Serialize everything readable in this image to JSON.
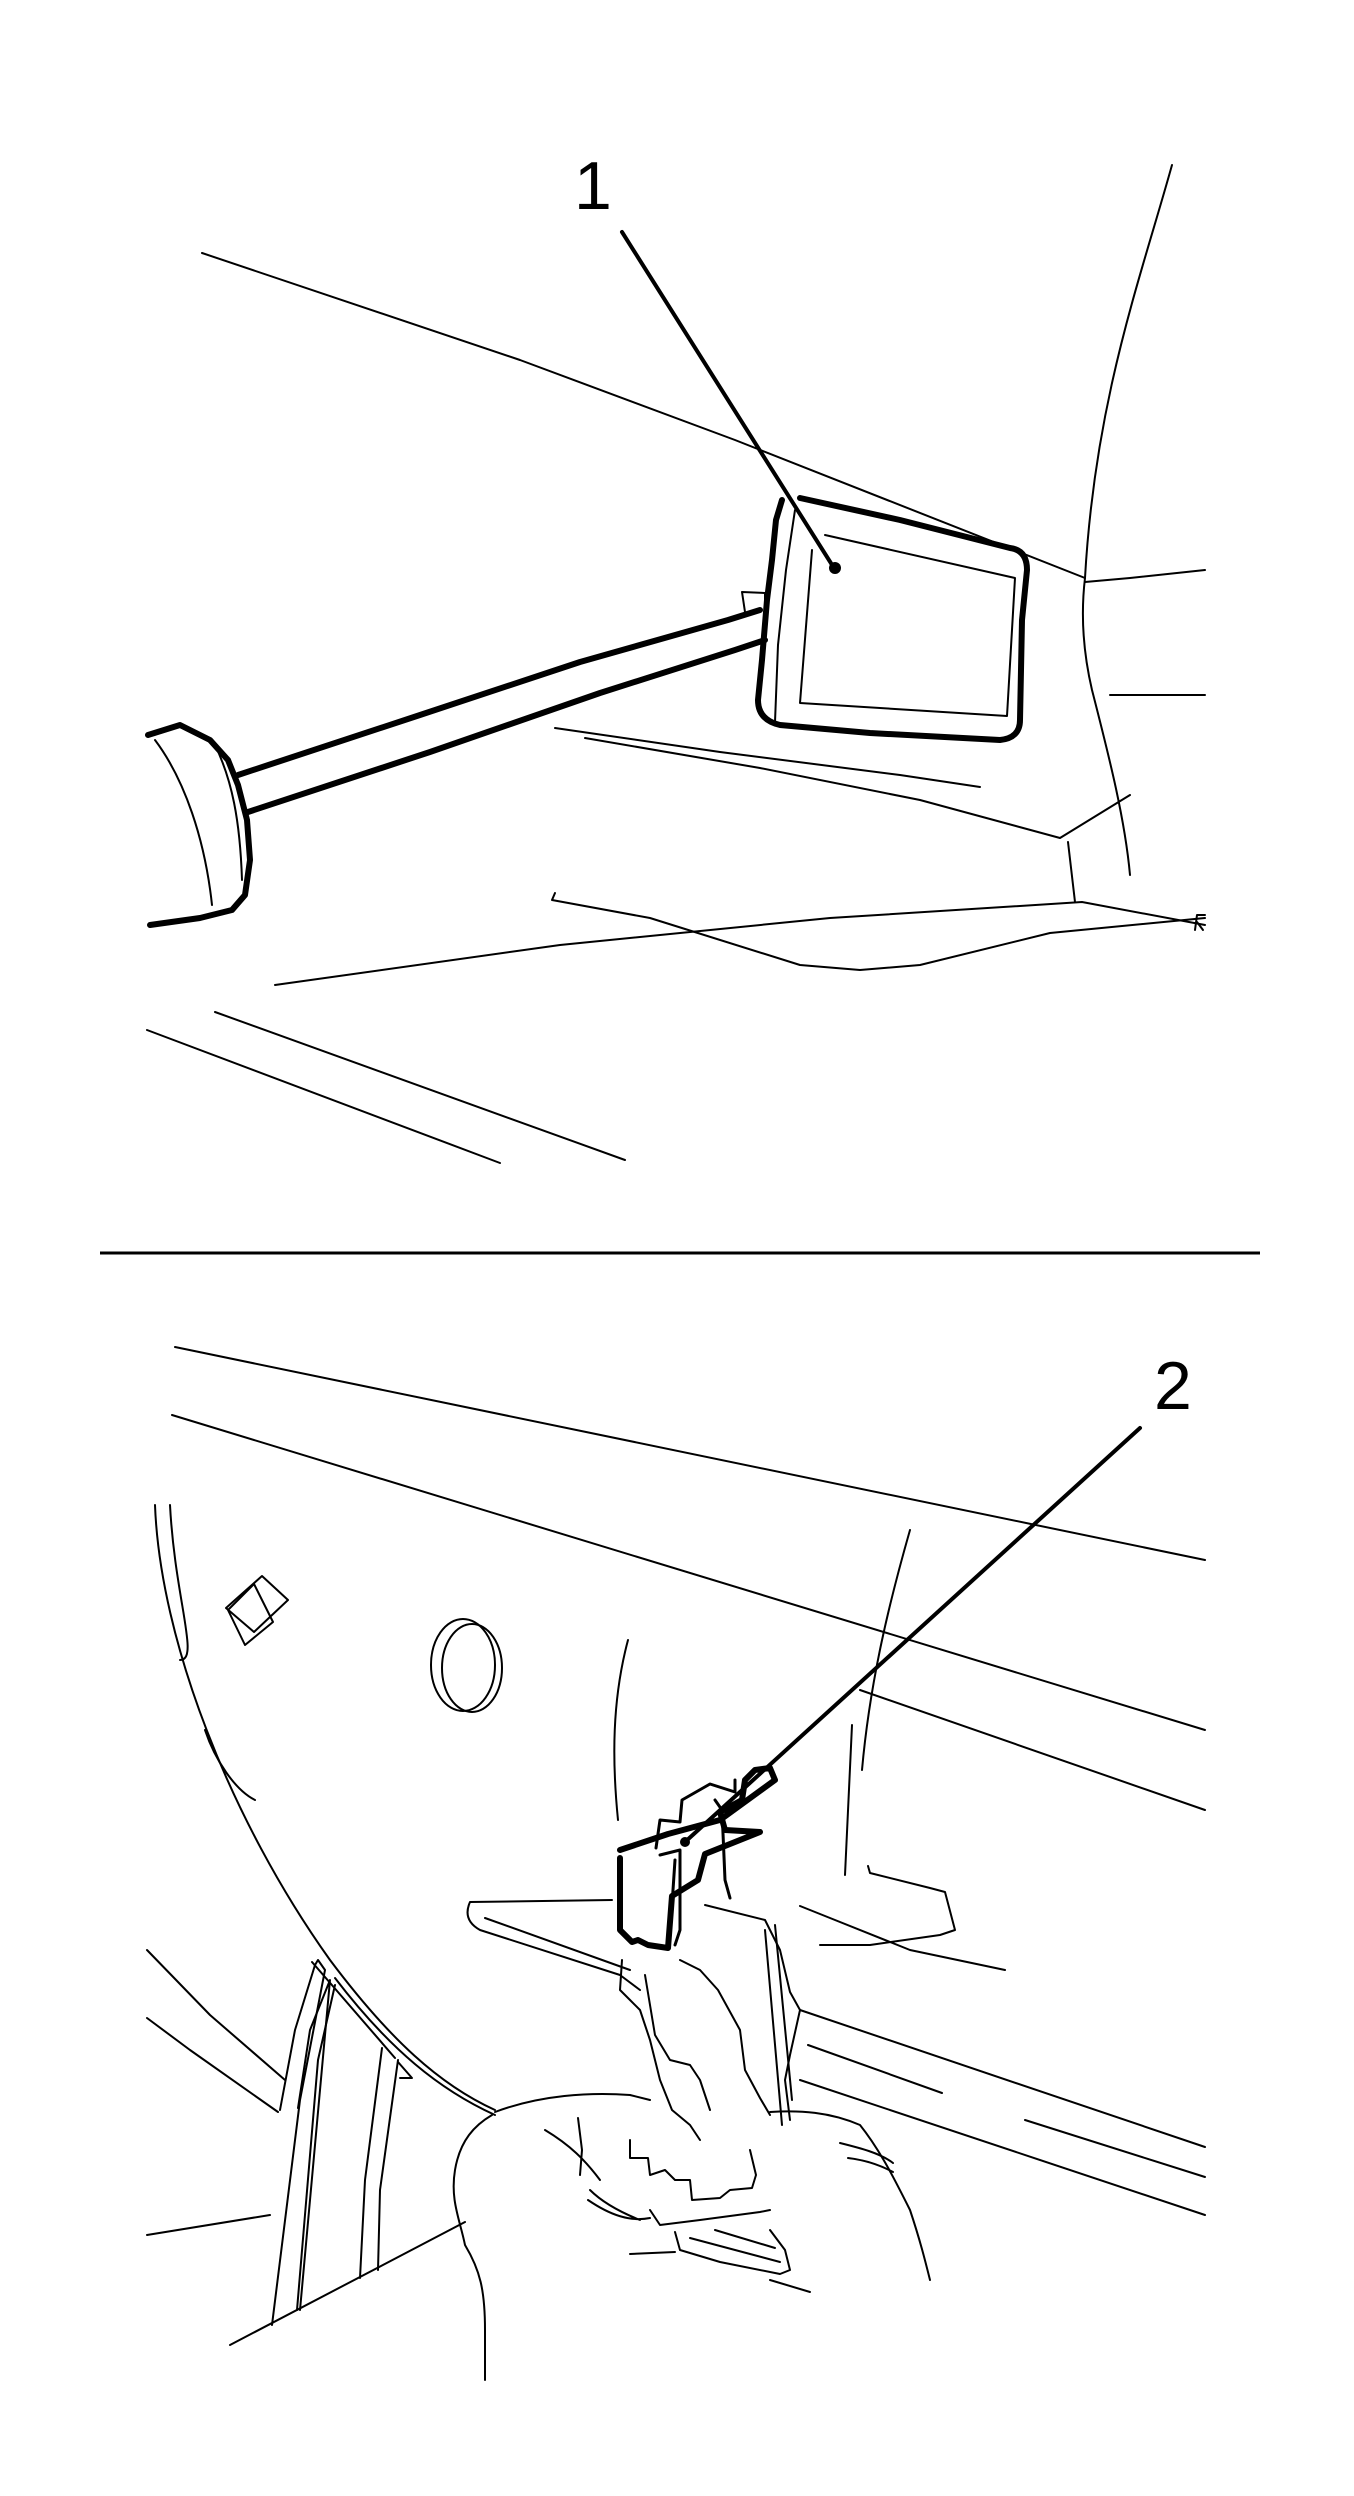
{
  "diagram": {
    "background": "#ffffff",
    "line_color": "#000000",
    "panels": [
      {
        "id": "top",
        "description": "Trim removal tool prying panel clip",
        "callout": {
          "number": "1",
          "label": "1"
        }
      },
      {
        "id": "bottom",
        "description": "Hand disconnecting electrical connector",
        "callout": {
          "number": "2",
          "label": "2"
        }
      }
    ],
    "divider": {
      "visible": true
    }
  }
}
